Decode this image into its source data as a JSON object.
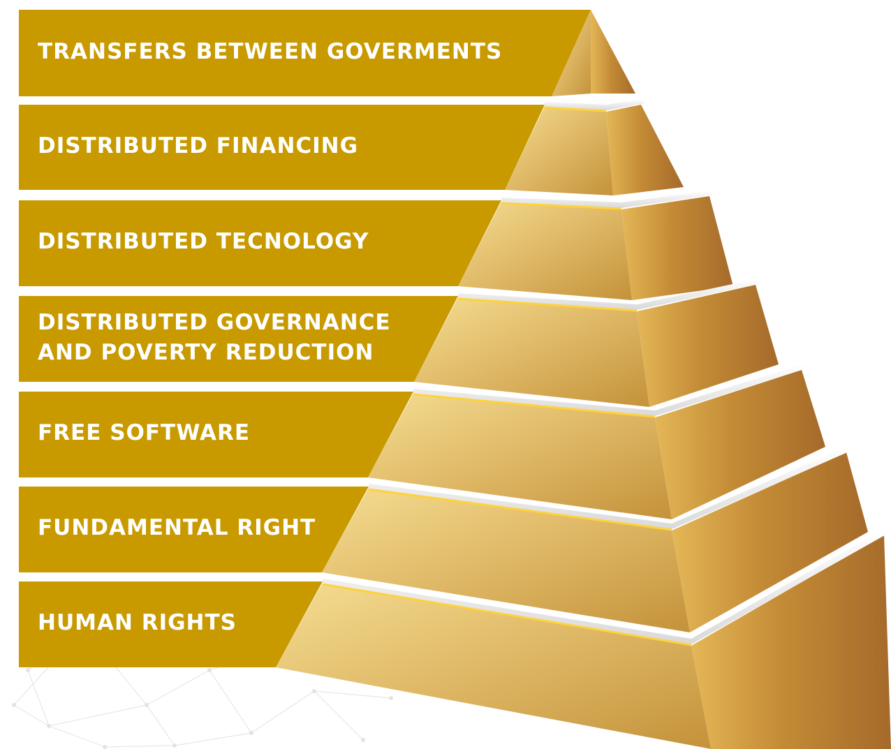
{
  "layers": [
    {
      "label": "TRANSFERS BETWEEN GOVERMENTS"
    },
    {
      "label": "DISTRIBUTED FINANCING"
    },
    {
      "label": "DISTRIBUTED TECNOLOGY"
    },
    {
      "label": "DISTRIBUTED GOVERNANCE\nAND POVERTY REDUCTION"
    },
    {
      "label": "FREE SOFTWARE"
    },
    {
      "label": "FUNDAMENTAL RIGHT"
    },
    {
      "label": "HUMAN RIGHTS"
    }
  ],
  "colors": {
    "band": "#c89a00",
    "face_left_light": "#f3d989",
    "face_left_dark": "#c9962f",
    "face_right_light": "#d9a84a",
    "face_right_dark": "#a86e2c",
    "separator": "#ffffff",
    "label_text": "#ffffff"
  }
}
